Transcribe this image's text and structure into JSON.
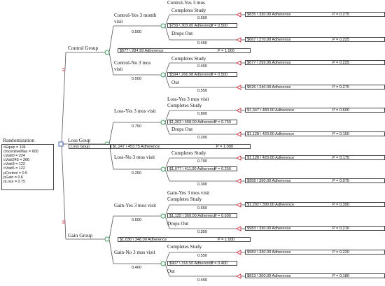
{
  "root": {
    "title": "Randomization",
    "params": [
      "cEquip = 106",
      "cIncentiveMax = 600",
      "cVisit0 = 224",
      "cVisit245 = 366",
      "cVisit3 = 122",
      "cVisit6 = 122",
      "pControl = 0.5",
      "pGain = 0.6",
      "pLoss = 0.75"
    ]
  },
  "groups": [
    {
      "name": "Control Group",
      "chance": [
        {
          "label": "Control-Yes 3 month visit",
          "prob": "0.500",
          "sub_title": "Control-Yes 3 mos",
          "inner_box": "$759 \\ 303.00 Adherence",
          "inner_p": "P = 0.500",
          "outcomes": [
            {
              "label": "Completes Study",
              "prob": "0.550",
              "value": "$835 \\ 330.00 Adherence",
              "p": "P = 0.275"
            },
            {
              "label": "Drops Out",
              "prob": "0.450",
              "value": "$667 \\ 270.00 Adherence",
              "p": "P = 0.225"
            }
          ]
        },
        {
          "label": "Control-No 3 mos visit",
          "prob": "0.500",
          "sub_title": "",
          "inner_box": "$594 \\ 266.98 Adherence",
          "inner_p": "P = 0.500",
          "outcomes": [
            {
              "label": "Completes Study",
              "prob": "0.450",
              "value": "$677 \\ 299.95 Adherence",
              "p": "P = 0.225"
            },
            {
              "label": "Out",
              "prob": "0.550",
              "value": "$526 \\ 240.00 Adherence",
              "p": "P = 0.275"
            }
          ]
        }
      ],
      "summary_box": "$677 \\ 284.99 Adherence",
      "summary_p": "P = 1.000"
    },
    {
      "name": "Loss Goup",
      "node_label": "Loss Goup",
      "chance": [
        {
          "label": "Loss-Yes 3 mos visit",
          "prob": "0.750",
          "sub_title": "Loss-Yes 3 mos visit",
          "inner_box": "$1,303 \\ 468.00 Adherence",
          "inner_p": "P = 0.750",
          "outcomes": [
            {
              "label": "Completes Study",
              "prob": "0.800",
              "value": "$1,347 \\ 480.00 Adherence",
              "p": "P = 0.600"
            },
            {
              "label": "Drops Out",
              "prob": "0.200",
              "value": "$1,128 \\ 420.00 Adherence",
              "p": "P = 0.150"
            }
          ]
        },
        {
          "label": "Loss-No 3 mos visit",
          "prob": "0.250",
          "sub_title": "",
          "inner_box": "$1,077 \\ 411.00 Adherence",
          "inner_p": "P = 0.250",
          "outcomes": [
            {
              "label": "Completes Study",
              "prob": "0.700",
              "value": "$1,128 \\ 420.00 Adherence",
              "p": "P = 0.175"
            },
            {
              "label": "",
              "prob": "0.300",
              "value": "$958 \\ 390.00 Adherence",
              "p": "P = 0.075"
            }
          ]
        }
      ],
      "summary_box": "$1,247 \\ 453.75 Adherence",
      "summary_p": "P = 1.000"
    },
    {
      "name": "Gain Group",
      "chance": [
        {
          "label": "Gain-Yes 3 mos visit",
          "prob": "0.600",
          "sub_title": "Gain-Yes 3 mos visit",
          "inner_box": "$1,125 \\ 369.00 Adherence",
          "inner_p": "P = 0.600",
          "outcomes": [
            {
              "label": "Completes Study",
              "prob": "0.650",
              "value": "$1,202 \\ 390.00 Adherence",
              "p": "P = 0.390"
            },
            {
              "label": "Drops Out",
              "prob": "0.350",
              "value": "$983 \\ 330.00 Adherence",
              "p": "P = 0.210"
            }
          ]
        },
        {
          "label": "Gain-No 3 mos visit",
          "prob": "0.400",
          "sub_title": "",
          "inner_box": "$907 \\ 316.50 Adherence",
          "inner_p": "P = 0.400",
          "outcomes": [
            {
              "label": "Completes Study",
              "prob": "0.550",
              "value": "$983 \\ 330.00 Adherence",
              "p": "P = 0.220"
            },
            {
              "label": "Out",
              "prob": "0.450",
              "value": "$813 \\ 300.00 Adherence",
              "p": "P = 0.180"
            }
          ]
        }
      ],
      "summary_box": "$1,038 \\ 348.00 Adherence",
      "summary_p": "P = 1.000"
    }
  ],
  "colors": {
    "line": "#555555",
    "chance_node": "#3a9a5b",
    "decision_node": "#3355aa",
    "terminal_node": "#cc2233",
    "box_border": "#444444"
  }
}
